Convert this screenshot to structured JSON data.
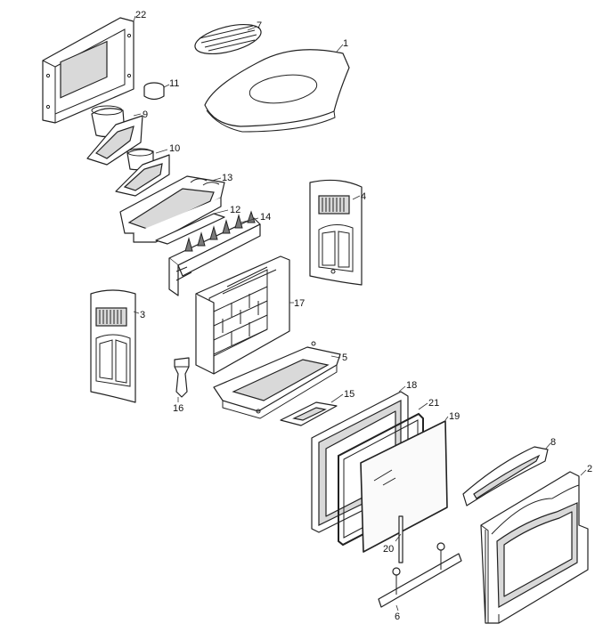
{
  "parts": [
    {
      "id": "part-1",
      "label": "1"
    },
    {
      "id": "part-2",
      "label": "2"
    },
    {
      "id": "part-3",
      "label": "3"
    },
    {
      "id": "part-4",
      "label": "4"
    },
    {
      "id": "part-5",
      "label": "5"
    },
    {
      "id": "part-6",
      "label": "6"
    },
    {
      "id": "part-7",
      "label": "7"
    },
    {
      "id": "part-8",
      "label": "8"
    },
    {
      "id": "part-9",
      "label": "9"
    },
    {
      "id": "part-10",
      "label": "10"
    },
    {
      "id": "part-11",
      "label": "11"
    },
    {
      "id": "part-12",
      "label": "12"
    },
    {
      "id": "part-13",
      "label": "13"
    },
    {
      "id": "part-14",
      "label": "14"
    },
    {
      "id": "part-15",
      "label": "15"
    },
    {
      "id": "part-16",
      "label": "16"
    },
    {
      "id": "part-17",
      "label": "17"
    },
    {
      "id": "part-18",
      "label": "18"
    },
    {
      "id": "part-19",
      "label": "19"
    },
    {
      "id": "part-20",
      "label": "20"
    },
    {
      "id": "part-21",
      "label": "21"
    },
    {
      "id": "part-22",
      "label": "22"
    }
  ]
}
